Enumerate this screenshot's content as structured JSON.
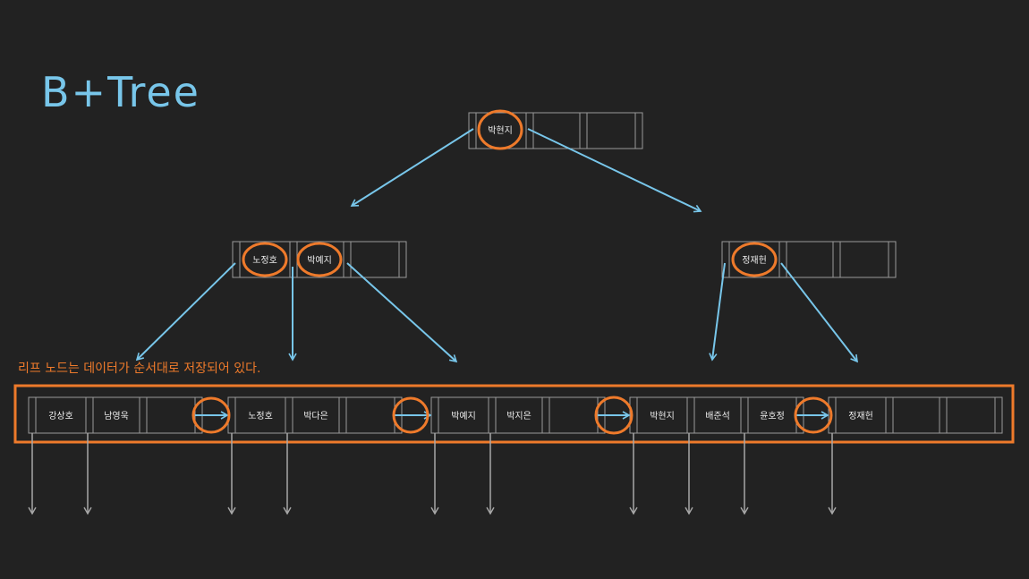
{
  "title": "B+Tree",
  "caption": "리프 노드는 데이터가 순서대로 저장되어 있다.",
  "colors": {
    "background": "#222222",
    "arrow": "#78c6ea",
    "highlight": "#ee7a2b",
    "node_border": "#9a9a9a",
    "text": "#ececec",
    "pointer": "#a8a8a8"
  },
  "root": {
    "keys": [
      "박현지",
      "",
      ""
    ]
  },
  "internal": [
    {
      "keys": [
        "노정호",
        "박예지",
        ""
      ]
    },
    {
      "keys": [
        "정재헌",
        "",
        ""
      ]
    }
  ],
  "leaves": [
    {
      "keys": [
        "강상호",
        "남영욱",
        ""
      ]
    },
    {
      "keys": [
        "노정호",
        "박다은",
        ""
      ]
    },
    {
      "keys": [
        "박예지",
        "박지은",
        ""
      ]
    },
    {
      "keys": [
        "박현지",
        "배준석",
        "윤호정"
      ]
    },
    {
      "keys": [
        "정재헌",
        "",
        ""
      ]
    }
  ]
}
